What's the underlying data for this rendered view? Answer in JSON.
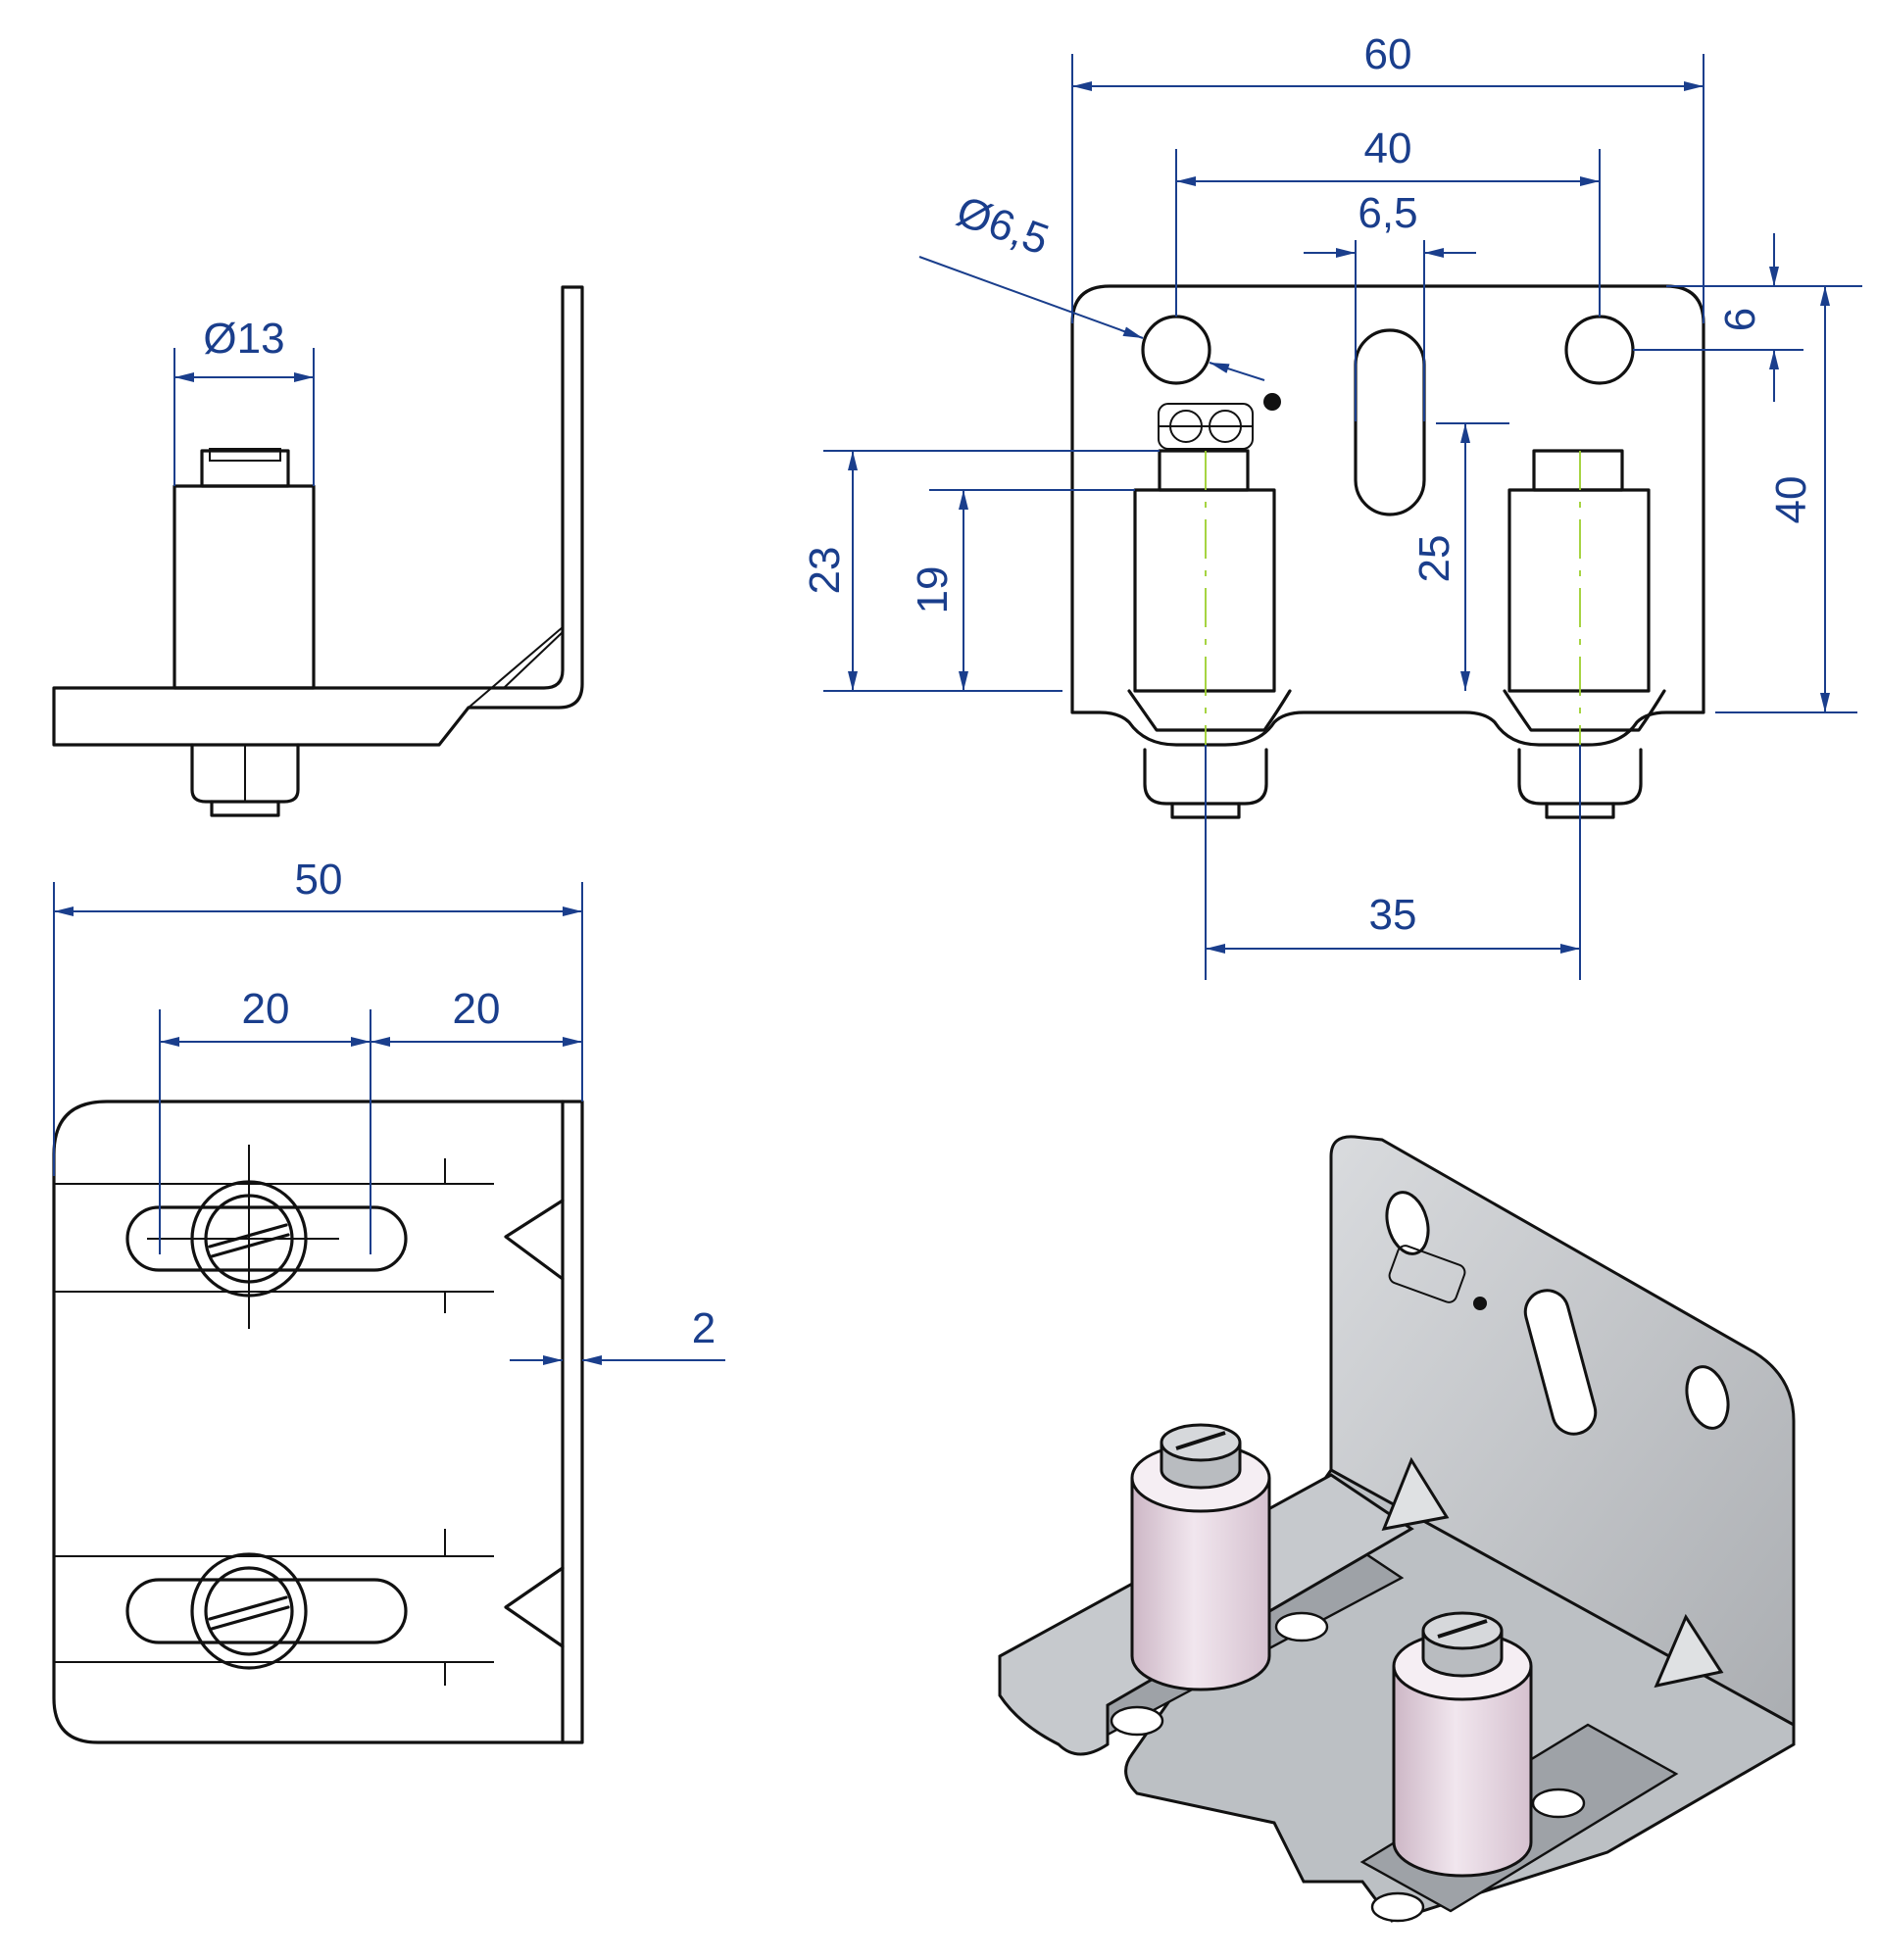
{
  "views": {
    "side": {
      "dims": {
        "roller_dia": "Ø13"
      }
    },
    "front": {
      "dims": {
        "overall_width": "60",
        "hole_spacing": "40",
        "slot_width": "6,5",
        "hole_dia": "Ø6,5",
        "hole_offset": "6",
        "height": "40",
        "roller_height": "23",
        "roller_body": "19",
        "slot_offset": "25",
        "roller_spacing": "35"
      }
    },
    "top": {
      "dims": {
        "depth": "50",
        "slot_pos_1": "20",
        "slot_pos_2": "20",
        "thickness": "2"
      }
    },
    "iso": {
      "description_hidden": ""
    }
  },
  "colors": {
    "dimension": "#1a3e8c",
    "outline": "#111111",
    "centerline": "#9ccf2e",
    "roller": "#eedfe8",
    "plate": "#c9cbce"
  }
}
